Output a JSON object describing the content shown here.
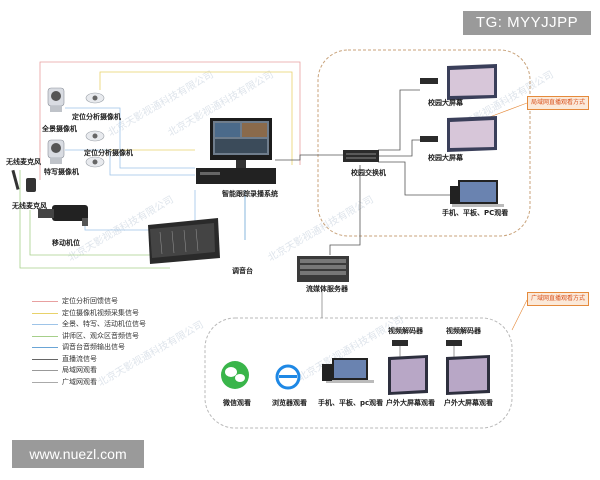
{
  "header": {
    "tag_text": "TG: MYYJJPP"
  },
  "footer": {
    "site_url": "www.nuezl.com"
  },
  "watermark_text": "北京天影视通科技有限公司",
  "devices": {
    "panorama_camera": "全景摄像机",
    "positioning_camera_1": "定位分析摄像机",
    "positioning_camera_2": "定位分析摄像机",
    "closeup_camera": "特写摄像机",
    "wireless_mic_1": "无线麦克风",
    "wireless_mic_2": "无线麦克风",
    "mobile_camera": "移动机位",
    "mixer": "调音台",
    "recording_system": "智能跟踪录播系统",
    "campus_switch": "校园交换机",
    "campus_screen_1": "校园大屏幕",
    "campus_screen_2": "校园大屏幕",
    "campus_devices": "手机、平板、PC观看",
    "media_server": "流媒体服务器",
    "decoder_1": "视频解码器",
    "decoder_2": "视频解码器",
    "wechat_view": "微信观看",
    "browser_view": "浏览器观看",
    "mobile_pc_view": "手机、平板、pc观看",
    "outdoor_screen_1": "户外大屏幕观看",
    "outdoor_screen_2": "户外大屏幕观看"
  },
  "callouts": {
    "lan": "局域网直播观看方式",
    "wan": "广域网直播观看方式"
  },
  "legend": [
    {
      "label": "定位分析回馈信号",
      "color": "#e8a0a0"
    },
    {
      "label": "定位摄像机视频采集信号",
      "color": "#e8d26a"
    },
    {
      "label": "全景、特写、活动机位信号",
      "color": "#9ec4e8"
    },
    {
      "label": "讲师区、观众区音频信号",
      "color": "#a6cf8a"
    },
    {
      "label": "调音台音频输出信号",
      "color": "#6aa5d6"
    },
    {
      "label": "直播流信号",
      "color": "#666666"
    },
    {
      "label": "局域网观看",
      "color": "#999999"
    },
    {
      "label": "广域网观看",
      "color": "#aaaaaa"
    }
  ],
  "colors": {
    "feedback": "#e8a0a0",
    "capture": "#e8d26a",
    "video": "#9ec4e8",
    "audio": "#a6cf8a",
    "mixer_out": "#6aa5d6",
    "lan_border": "#c8a27a",
    "wan_border": "#b9b9b9",
    "accent": "#d9531e"
  }
}
